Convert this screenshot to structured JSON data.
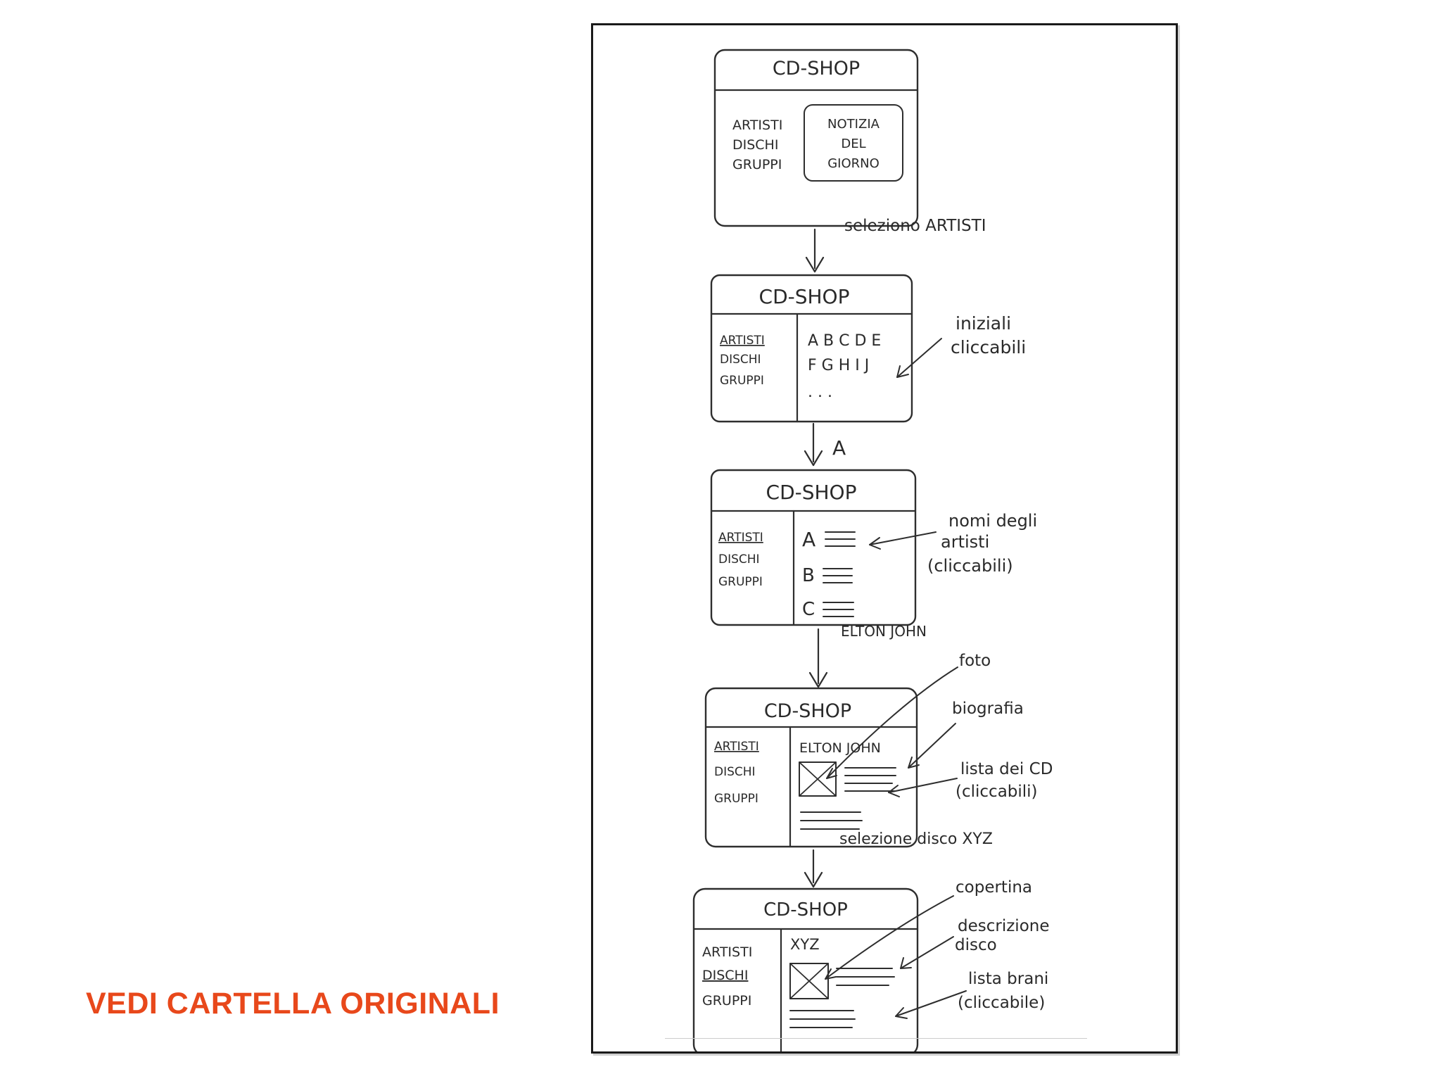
{
  "caption": "VEDI CARTELLA ORIGINALI",
  "accent_color": "#e8481b",
  "sketch": {
    "app_title": "CD-SHOP",
    "menu": [
      "ARTISTI",
      "DISCHI",
      "GRUPPI"
    ],
    "screen1": {
      "news_box": [
        "NOTIZIA",
        "DEL",
        "GIORNO"
      ]
    },
    "steps": [
      "seleziono ARTISTI",
      "A",
      "ELTON JOHN",
      "selezione disco XYZ"
    ],
    "screen2": {
      "letters_row1": "A B C D E",
      "letters_row2": "F G H I J",
      "ellipsis": ". . .",
      "notes": [
        "iniziali",
        "cliccabili"
      ]
    },
    "screen3": {
      "letters": [
        "A",
        "B",
        "C"
      ],
      "notes": [
        "nomi degli",
        "artisti",
        "(cliccabili)"
      ]
    },
    "screen4": {
      "heading": "ELTON JOHN",
      "notes": [
        "foto",
        "biografia",
        "lista dei CD",
        "(cliccabili)"
      ]
    },
    "screen5": {
      "heading": "XYZ",
      "notes": [
        "copertina",
        "descrizione",
        "disco",
        "lista brani",
        "(cliccabile)"
      ]
    }
  }
}
